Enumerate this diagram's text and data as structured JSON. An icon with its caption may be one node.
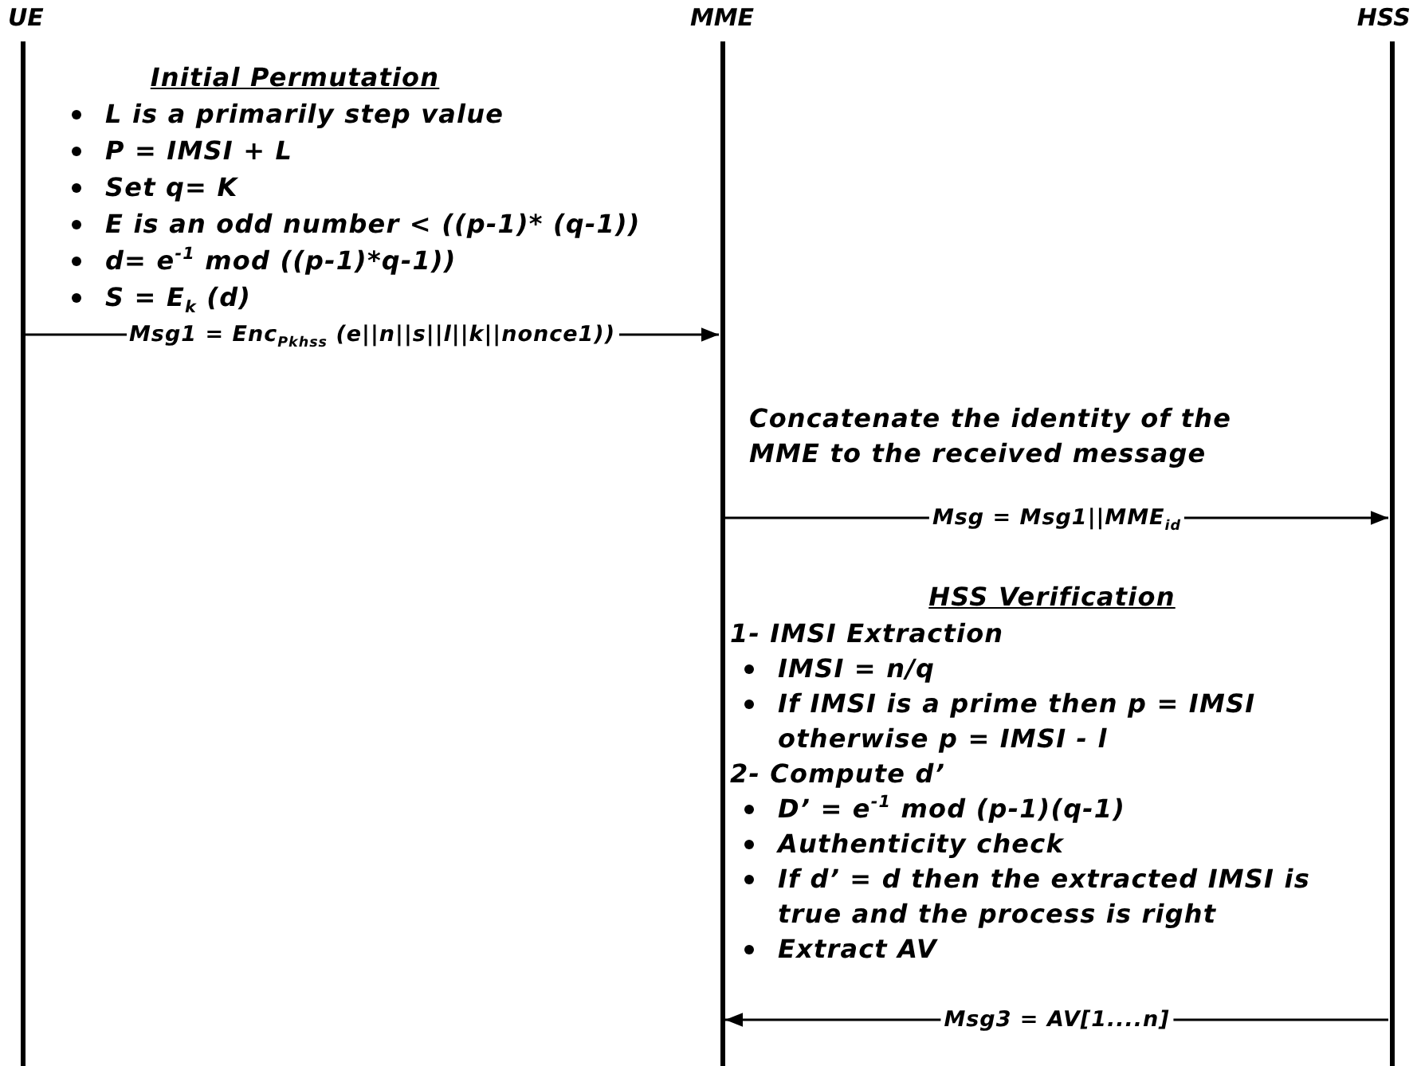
{
  "diagram": {
    "nodes": [
      {
        "text": [
          "UE"
        ]
      },
      {
        "text": [
          "MME"
        ]
      },
      {
        "text": [
          "HSS"
        ]
      }
    ],
    "edges": [
      {
        "from": 0,
        "to": 1,
        "arrow": "to",
        "label": "Msg1 = Enc$_{Pkhss}$ (e||n||s||l||k||nonce1))"
      },
      {
        "from": 1,
        "to": 2,
        "arrow": "to",
        "label": "Msg = Msg1||MME$_{id}$"
      },
      {
        "from": 2,
        "to": 1,
        "arrow": "to",
        "label": "Msg3 = AV[1....n]"
      }
    ],
    "labels": [
      "Initial Permutation",
      "L is a primarily step value",
      "P = IMSI + L",
      "Set q= K",
      "E is an odd number < ((p-1)* (q-1))",
      "d= e$^{-1}$ mod ((p-1)*q-1))",
      "S = E$_{k}$ (d)",
      "Concatenate the identity of the MME to the received message",
      "HSS Verification",
      "1- IMSI Extraction",
      "IMSI = n/q",
      "If IMSI is a prime then p = IMSI otherwise p = IMSI -  l",
      "2- Compute d’",
      "D’ = e$^{-1}$ mod (p-1)(q-1)",
      "Authenticity check",
      "If d’ = d then the extracted IMSI is true and the process is right",
      "Extract AV"
    ]
  }
}
